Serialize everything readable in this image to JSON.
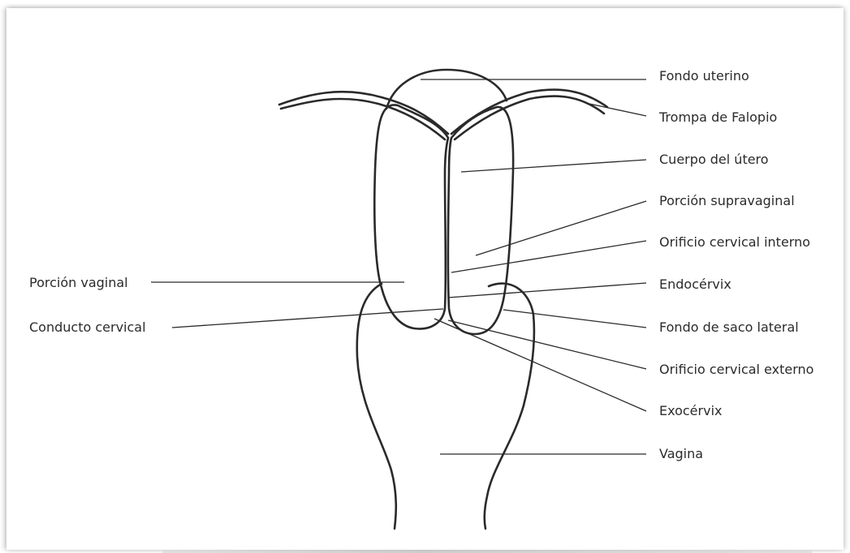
{
  "labels": {
    "fondo_uterino": "Fondo uterino",
    "trompa_de_falopio": "Trompa de Falopio",
    "cuerpo_del_utero": "Cuerpo del útero",
    "porcion_supravaginal": "Porción supravaginal",
    "orificio_cervical_interno": "Orificio cervical interno",
    "endocervix": "Endocérvix",
    "fondo_de_saco_lateral": "Fondo de saco lateral",
    "orificio_cervical_externo": "Orificio cervical externo",
    "exocervix": "Exocérvix",
    "vagina": "Vagina",
    "porcion_vaginal": "Porción vaginal",
    "conducto_cervical": "Conducto cervical"
  },
  "colors": {
    "stroke": "#2a2a2a",
    "text": "#2b2b2b",
    "background": "#ffffff"
  }
}
